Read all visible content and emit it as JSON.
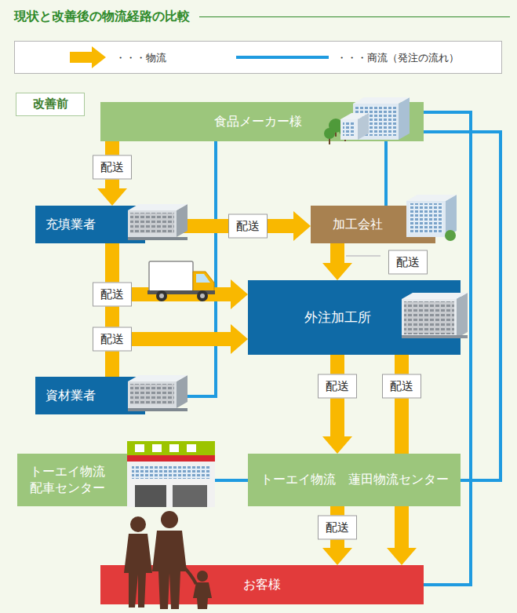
{
  "diagram": {
    "title": "現状と改善後の物流経路の比較",
    "nodes": [
      {
        "text": [
          "改善前"
        ]
      },
      {
        "text": [
          "食品メーカー様"
        ]
      },
      {
        "text": [
          "充填業者"
        ]
      },
      {
        "text": [
          "加工会社"
        ]
      },
      {
        "text": [
          "外注加工所"
        ]
      },
      {
        "text": [
          "資材業者"
        ]
      },
      {
        "text": [
          "トーエイ物流 配車センター"
        ]
      },
      {
        "text": [
          "トーエイ物流　蓮田物流センター"
        ]
      },
      {
        "text": [
          "お客様"
        ]
      }
    ],
    "edges": [
      {
        "from": 1,
        "to": 2,
        "arrow": "to",
        "label": "配送"
      },
      {
        "from": 2,
        "to": 3,
        "arrow": "to",
        "label": "配送"
      },
      {
        "from": 2,
        "to": 4,
        "arrow": "to",
        "label": "配送"
      },
      {
        "from": 5,
        "to": 4,
        "arrow": "to",
        "label": "配送"
      },
      {
        "from": 3,
        "to": 4,
        "arrow": "to",
        "label": "配送"
      },
      {
        "from": 4,
        "to": 7,
        "arrow": "to",
        "label": "配送"
      },
      {
        "from": 4,
        "to": 8,
        "arrow": "to",
        "label": "配送"
      },
      {
        "from": 7,
        "to": 8,
        "arrow": "to",
        "label": "配送"
      },
      {
        "from": 1,
        "to": 5,
        "arrow": "none"
      },
      {
        "from": 1,
        "to": 3,
        "arrow": "none"
      },
      {
        "from": 1,
        "to": 8,
        "arrow": "none"
      },
      {
        "from": 1,
        "to": 7,
        "arrow": "none"
      },
      {
        "from": 6,
        "to": 7,
        "arrow": "none"
      }
    ],
    "legend": [
      {
        "text": "・・・物流"
      },
      {
        "text": "・・・商流（発注の流れ）"
      }
    ]
  }
}
